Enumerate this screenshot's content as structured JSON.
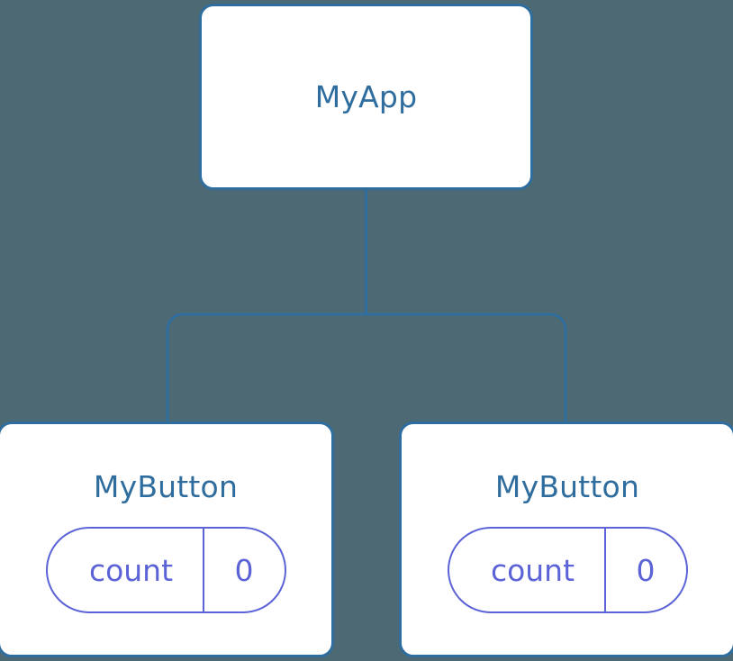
{
  "canvas": {
    "background_color": "#4d6a74",
    "edge_color": "#2e6d9e",
    "node_border_color": "#2e6d9e",
    "node_background_color": "#ffffff",
    "title_color": "#2e6d9e",
    "state_color": "#5b63d6"
  },
  "tree": {
    "root": {
      "title": "MyApp"
    },
    "children": [
      {
        "title": "MyButton",
        "state": {
          "key": "count",
          "value": "0"
        }
      },
      {
        "title": "MyButton",
        "state": {
          "key": "count",
          "value": "0"
        }
      }
    ]
  }
}
